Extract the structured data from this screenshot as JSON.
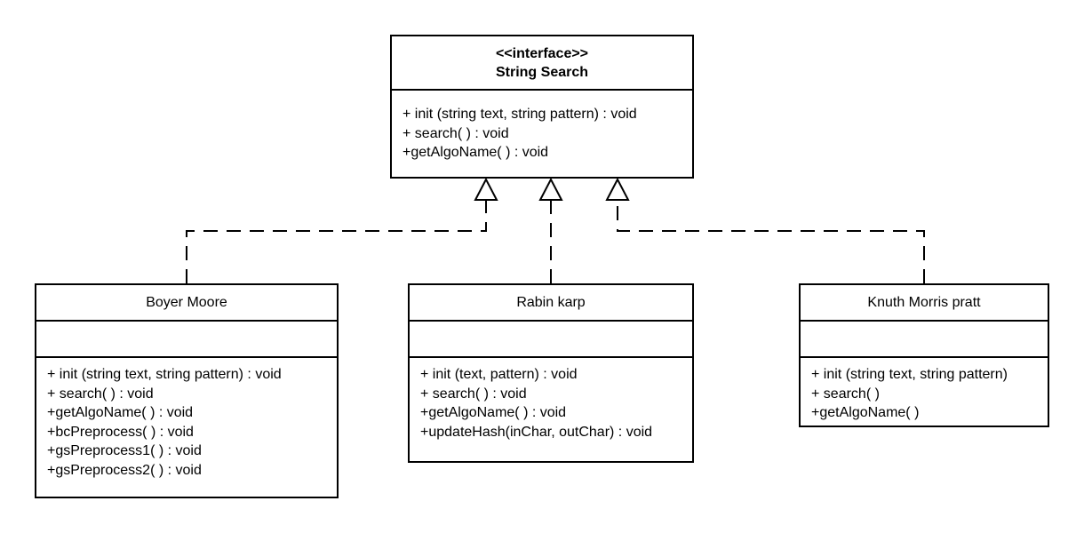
{
  "diagram": {
    "interface": {
      "stereotype": "<<interface>>",
      "name": "String Search",
      "methods": [
        "+ init (string text, string pattern) : void",
        "+ search( ) : void",
        "+getAlgoName( ) : void"
      ]
    },
    "classes": [
      {
        "name": "Boyer Moore",
        "attributes": [],
        "methods": [
          "+ init (string text, string pattern) : void",
          "+ search( ) : void",
          "+getAlgoName( ) : void",
          "+bcPreprocess( ) : void",
          "+gsPreprocess1( ) : void",
          "+gsPreprocess2( ) : void"
        ]
      },
      {
        "name": "Rabin karp",
        "attributes": [],
        "methods": [
          "+ init (text, pattern) : void",
          "+ search( ) : void",
          "+getAlgoName( ) : void",
          "+updateHash(inChar, outChar) : void"
        ]
      },
      {
        "name": "Knuth Morris pratt",
        "attributes": [],
        "methods": [
          "+ init (string text, string pattern)",
          "+ search( )",
          "+getAlgoName( )"
        ]
      }
    ],
    "relations": [
      {
        "type": "realization",
        "from": "Boyer Moore",
        "to": "String Search"
      },
      {
        "type": "realization",
        "from": "Rabin karp",
        "to": "String Search"
      },
      {
        "type": "realization",
        "from": "Knuth Morris pratt",
        "to": "String Search"
      }
    ]
  }
}
